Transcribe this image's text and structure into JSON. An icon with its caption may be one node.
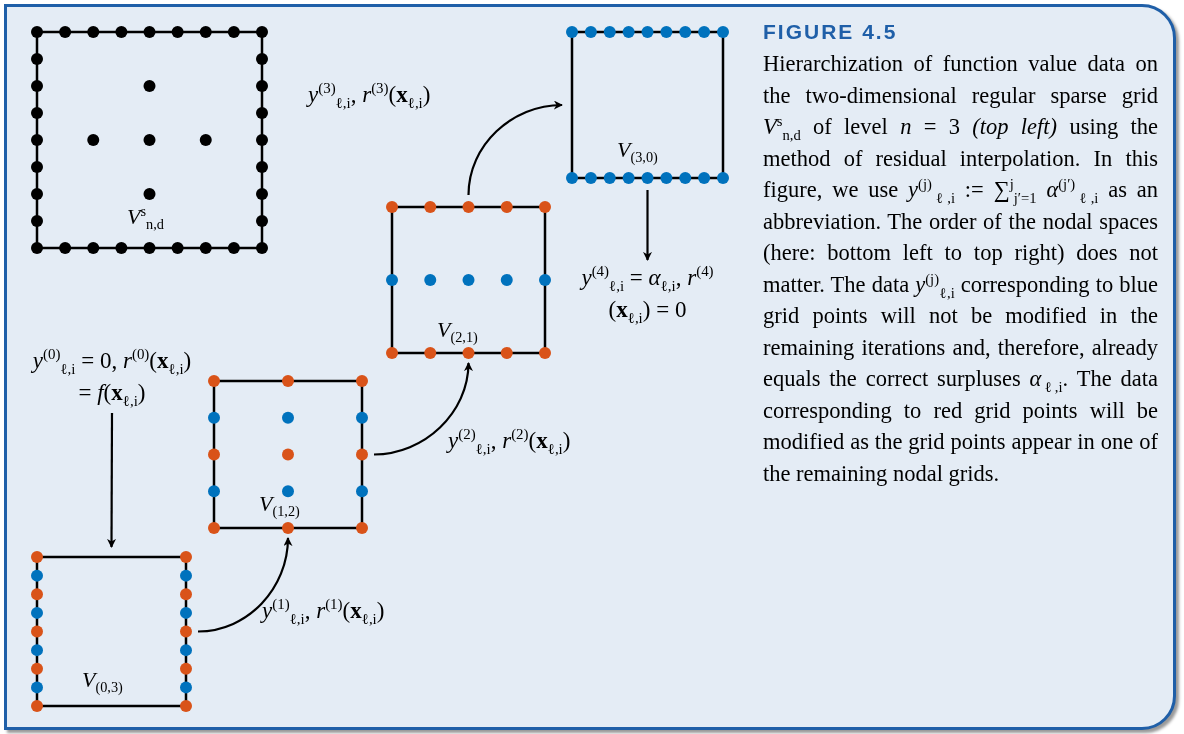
{
  "diagram": {
    "title": "FIGURE 4.5",
    "caption": "Hierarchization of function value data on the two-dimensional regular sparse grid *V*$^{s}$$_{n,d}$ of level *n* = 3 *(top left)* using the method of residual interpolation. In this figure, we use *y*$^{(j)}$$_{ℓ,i}$ := ∑$^{j}$$_{j′=1}$ *α*$^{(j′)}$$_{ℓ,i}$ as an abbreviation. The order of the nodal spaces (here: bottom left to top right) does not matter. The data *y*$^{(j)}$$_{ℓ,i}$ corresponding to blue grid points will not be modified in the remaining iterations and, therefore, already equals the correct surpluses *α*$_{ℓ,i}$. The data corresponding to red grid points will be modified as the grid points appear in one of the remaining nodal grids.",
    "nodes": [
      {
        "text": [
          "*V*$^{s}$$_{n,d}$"
        ]
      },
      {
        "text": [
          "*y*$^{(0)}$$_{ℓ,i}$ = 0, *r*$^{(0)}$(**x**$_{ℓ,i}$) = *f*(**x**$_{ℓ,i}$)"
        ]
      },
      {
        "text": [
          "*V*$_{(0,3)}$"
        ]
      },
      {
        "text": [
          "*V*$_{(1,2)}$"
        ]
      },
      {
        "text": [
          "*V*$_{(2,1)}$"
        ]
      },
      {
        "text": [
          "*V*$_{(3,0)}$"
        ]
      },
      {
        "text": [
          "*y*$^{(4)}$$_{ℓ,i}$ = *α*$_{ℓ,i}$, *r*$^{(4)}$(**x**$_{ℓ,i}$) = 0"
        ]
      }
    ],
    "edges": [
      {
        "from": 1,
        "to": 2,
        "arrow": "to"
      },
      {
        "from": 2,
        "to": 3,
        "arrow": "to",
        "label": "*y*$^{(1)}$$_{ℓ,i}$, *r*$^{(1)}$(**x**$_{ℓ,i}$)"
      },
      {
        "from": 3,
        "to": 4,
        "arrow": "to",
        "label": "*y*$^{(2)}$$_{ℓ,i}$, *r*$^{(2)}$(**x**$_{ℓ,i}$)"
      },
      {
        "from": 4,
        "to": 5,
        "arrow": "to",
        "label": "*y*$^{(3)}$$_{ℓ,i}$, *r*$^{(3)}$(**x**$_{ℓ,i}$)"
      },
      {
        "from": 5,
        "to": 6,
        "arrow": "to"
      }
    ]
  }
}
